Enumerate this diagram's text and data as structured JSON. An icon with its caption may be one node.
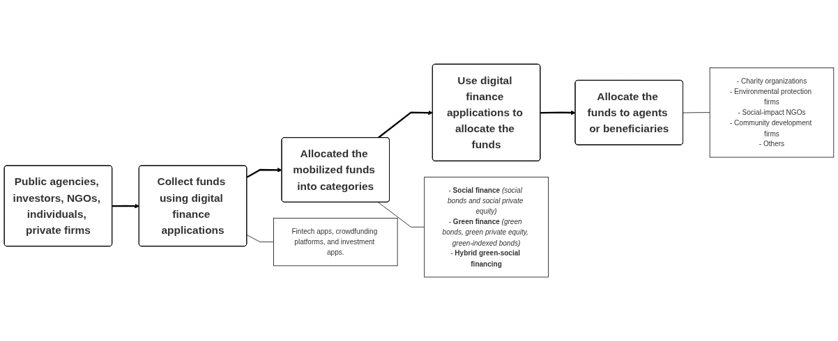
{
  "diagram": {
    "nodes": [
      {
        "text": [
          "Public agencies, investors, NGOs, individuals, private firms"
        ]
      },
      {
        "text": [
          "Collect funds using digital finance applications"
        ]
      },
      {
        "text": [
          "Allocated the mobilized funds into categories"
        ]
      },
      {
        "text": [
          "Use digital finance applications to allocate the funds"
        ]
      },
      {
        "text": [
          "Allocate the funds to agents or beneficiaries"
        ]
      },
      {
        "text": [
          "Fintech apps, crowdfunding platforms, and investment apps."
        ]
      },
      {
        "text": [
          "- **Social finance** *(social bonds and social private equity)*",
          "- **Green finance** *(green bonds, green private equity, green-indexed bonds)*",
          "- **Hybrid green-social financing**"
        ]
      },
      {
        "text": [
          "- Charity organizations",
          "- Environmental protection firms",
          "- Social-impact NGOs",
          "- Community development firms",
          "- Others"
        ]
      }
    ],
    "edges": [
      {
        "from": 0,
        "to": 1,
        "arrow": "to"
      },
      {
        "from": 1,
        "to": 2,
        "arrow": "to"
      },
      {
        "from": 2,
        "to": 3,
        "arrow": "to"
      },
      {
        "from": 3,
        "to": 4,
        "arrow": "to"
      },
      {
        "from": 1,
        "to": 5,
        "arrow": "none"
      },
      {
        "from": 2,
        "to": 6,
        "arrow": "none"
      },
      {
        "from": 4,
        "to": 7,
        "arrow": "none"
      }
    ]
  }
}
